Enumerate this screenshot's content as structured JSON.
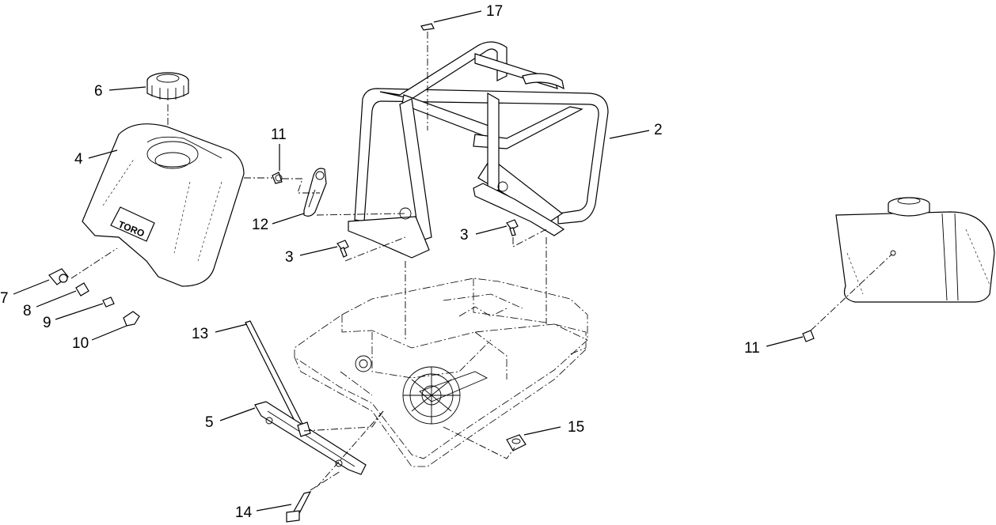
{
  "diagram": {
    "callouts": [
      {
        "id": "c17",
        "label": "17"
      },
      {
        "id": "c6",
        "label": "6"
      },
      {
        "id": "c2",
        "label": "2"
      },
      {
        "id": "c11a",
        "label": "11"
      },
      {
        "id": "c4",
        "label": "4"
      },
      {
        "id": "c12",
        "label": "12"
      },
      {
        "id": "c3a",
        "label": "3"
      },
      {
        "id": "c3b",
        "label": "3"
      },
      {
        "id": "c7",
        "label": "7"
      },
      {
        "id": "c8",
        "label": "8"
      },
      {
        "id": "c9",
        "label": "9"
      },
      {
        "id": "c10",
        "label": "10"
      },
      {
        "id": "c13",
        "label": "13"
      },
      {
        "id": "c5",
        "label": "5"
      },
      {
        "id": "c15",
        "label": "15"
      },
      {
        "id": "c14",
        "label": "14"
      },
      {
        "id": "c11b",
        "label": "11"
      }
    ],
    "tank_brand": "TORO"
  }
}
